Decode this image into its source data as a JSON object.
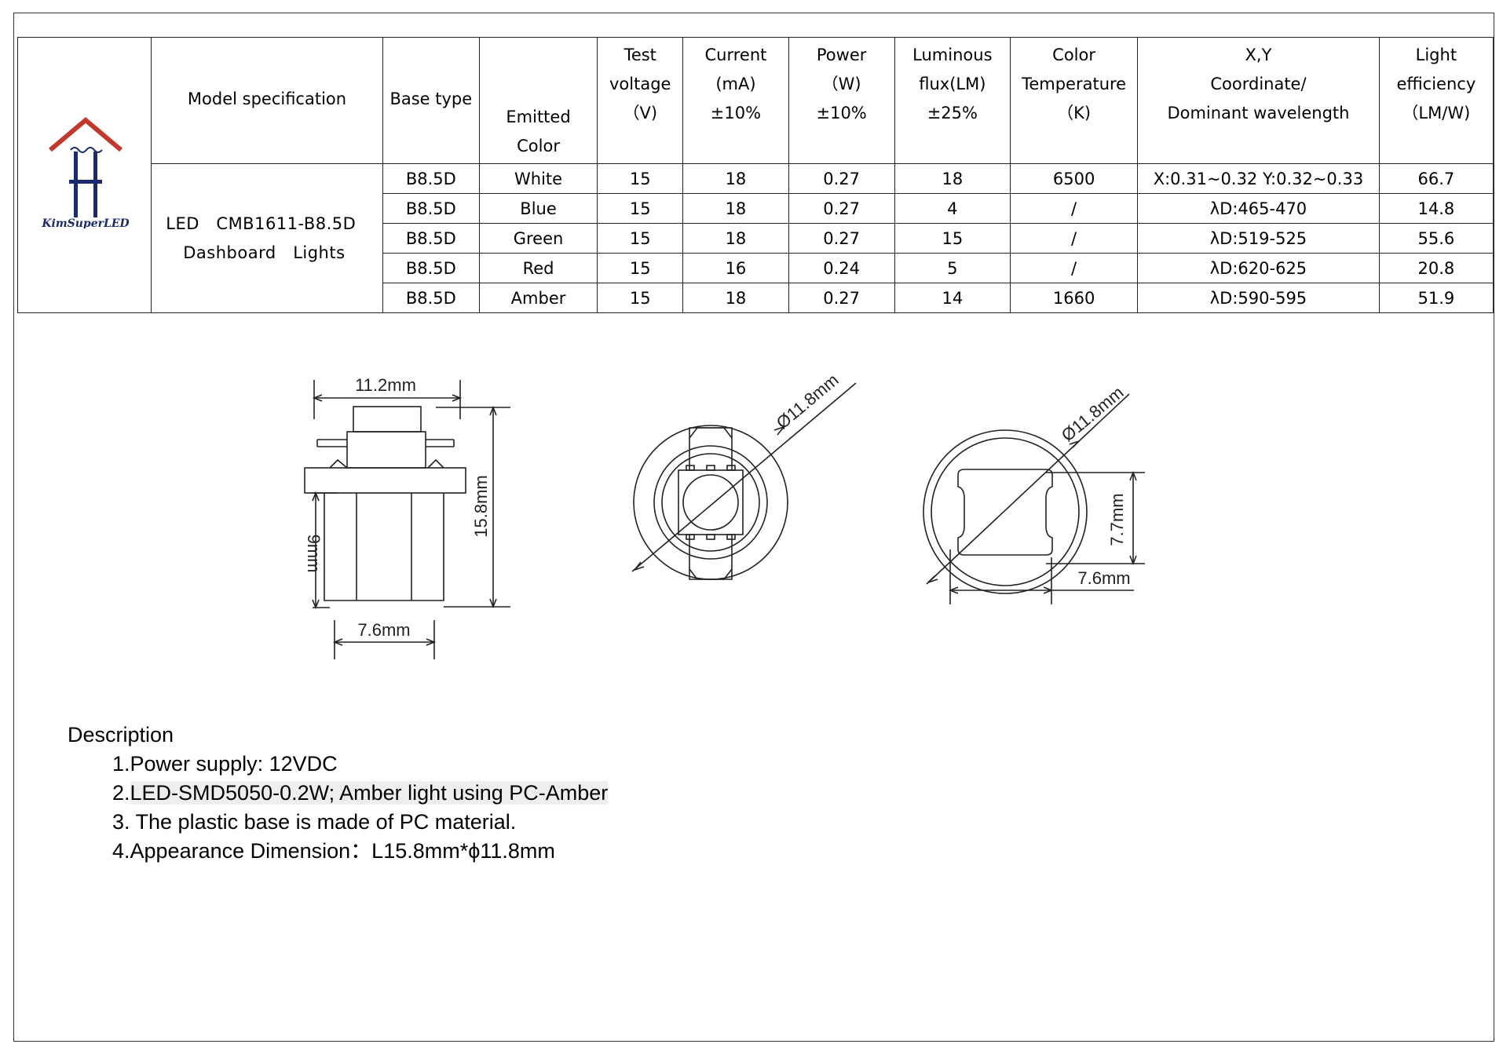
{
  "table": {
    "headers": {
      "model": "Model specification",
      "base": "Base type",
      "color": [
        "Emitted",
        "Color"
      ],
      "voltage": [
        "Test",
        "voltage",
        "（V)"
      ],
      "current": [
        "Current",
        "(mA)",
        "±10%"
      ],
      "power": [
        "Power",
        "（W)",
        "±10%"
      ],
      "flux": [
        "Luminous",
        "flux(LM)",
        "±25%"
      ],
      "temp": [
        "Color",
        "Temperature",
        "（K)"
      ],
      "xy": [
        "X,Y",
        "Coordinate/",
        "Dominant wavelength"
      ],
      "efficiency": [
        "Light",
        "efficiency",
        "（LM/W)"
      ]
    },
    "logo_text": "KimSuperLED",
    "model_name": [
      "LED　CMB1611-B8.5D",
      "Dashboard　Lights"
    ],
    "rows": [
      {
        "base": "B8.5D",
        "color": "White",
        "voltage": "15",
        "current": "18",
        "power": "0.27",
        "flux": "18",
        "temp": "6500",
        "xy": "X:0.31~0.32 Y:0.32~0.33",
        "efficiency": "66.7"
      },
      {
        "base": "B8.5D",
        "color": "Blue",
        "voltage": "15",
        "current": "18",
        "power": "0.27",
        "flux": "4",
        "temp": "/",
        "xy": "λD:465-470",
        "efficiency": "14.8"
      },
      {
        "base": "B8.5D",
        "color": "Green",
        "voltage": "15",
        "current": "18",
        "power": "0.27",
        "flux": "15",
        "temp": "/",
        "xy": "λD:519-525",
        "efficiency": "55.6"
      },
      {
        "base": "B8.5D",
        "color": "Red",
        "voltage": "15",
        "current": "16",
        "power": "0.24",
        "flux": "5",
        "temp": "/",
        "xy": "λD:620-625",
        "efficiency": "20.8"
      },
      {
        "base": "B8.5D",
        "color": "Amber",
        "voltage": "15",
        "current": "18",
        "power": "0.27",
        "flux": "14",
        "temp": "1660",
        "xy": "λD:590-595",
        "efficiency": "51.9"
      }
    ]
  },
  "drawing": {
    "side_width": "11.2mm",
    "side_height": "15.8mm",
    "side_base_height": "9mm",
    "side_base_width": "7.6mm",
    "front_diameter": "Ø11.8mm",
    "bottom_diameter": "Ø11.8mm",
    "bottom_height": "7.7mm",
    "bottom_width": "7.6mm"
  },
  "description": {
    "title": "Description",
    "items": [
      "1.Power supply: 12VDC",
      "LED-SMD5050-0.2W; Amber light using PC-Amber",
      "3. The plastic base is made of PC material.",
      "4.Appearance Dimension：L15.8mm*ϕ11.8mm"
    ],
    "item2_prefix": "2."
  },
  "colors": {
    "logo_roof": "#c0392b",
    "logo_post": "#1a2a6c",
    "logo_text": "#1a2a6c",
    "line": "#222222"
  }
}
